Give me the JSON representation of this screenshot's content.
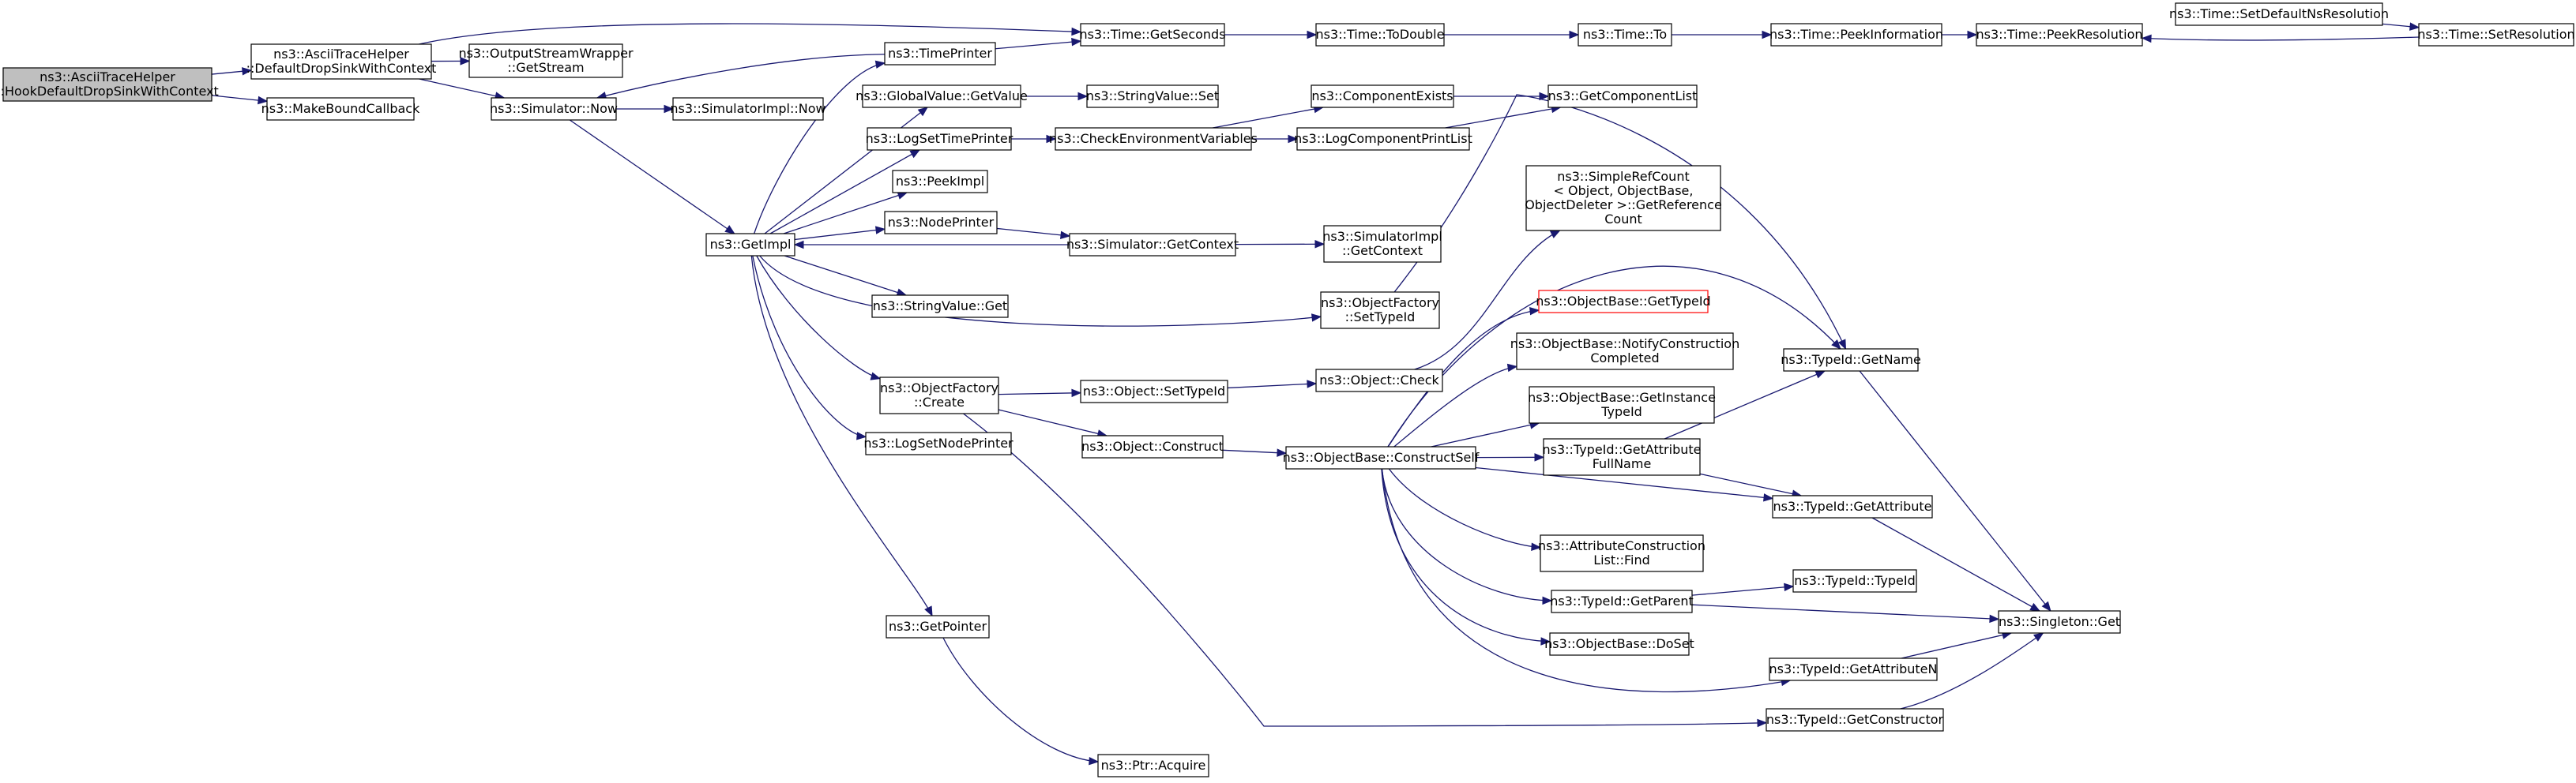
{
  "graph": {
    "nodes": [
      {
        "id": "root",
        "lines": [
          "ns3::AsciiTraceHelper",
          "::HookDefaultDropSinkWithContext"
        ],
        "highlight": "root"
      },
      {
        "id": "defaultDrop",
        "lines": [
          "ns3::AsciiTraceHelper",
          "::DefaultDropSinkWithContext"
        ]
      },
      {
        "id": "makeBound",
        "lines": [
          "ns3::MakeBoundCallback"
        ]
      },
      {
        "id": "getStream",
        "lines": [
          "ns3::OutputStreamWrapper",
          "::GetStream"
        ]
      },
      {
        "id": "simNow",
        "lines": [
          "ns3::Simulator::Now"
        ]
      },
      {
        "id": "implNow",
        "lines": [
          "ns3::SimulatorImpl::Now"
        ]
      },
      {
        "id": "getImpl",
        "lines": [
          "ns3::GetImpl"
        ]
      },
      {
        "id": "timePrinter",
        "lines": [
          "ns3::TimePrinter"
        ]
      },
      {
        "id": "getSeconds",
        "lines": [
          "ns3::Time::GetSeconds"
        ]
      },
      {
        "id": "toDouble",
        "lines": [
          "ns3::Time::ToDouble"
        ]
      },
      {
        "id": "timeTo",
        "lines": [
          "ns3::Time::To"
        ]
      },
      {
        "id": "peekInfo",
        "lines": [
          "ns3::Time::PeekInformation"
        ]
      },
      {
        "id": "peekRes",
        "lines": [
          "ns3::Time::PeekResolution"
        ]
      },
      {
        "id": "setDefRes",
        "lines": [
          "ns3::Time::SetDefaultNsResolution"
        ]
      },
      {
        "id": "setRes",
        "lines": [
          "ns3::Time::SetResolution"
        ]
      },
      {
        "id": "gvGetValue",
        "lines": [
          "ns3::GlobalValue::GetValue"
        ]
      },
      {
        "id": "svSet",
        "lines": [
          "ns3::StringValue::Set"
        ]
      },
      {
        "id": "logSetTime",
        "lines": [
          "ns3::LogSetTimePrinter"
        ]
      },
      {
        "id": "checkEnv",
        "lines": [
          "ns3::CheckEnvironmentVariables"
        ]
      },
      {
        "id": "compExists",
        "lines": [
          "ns3::ComponentExists"
        ]
      },
      {
        "id": "logCompList",
        "lines": [
          "ns3::LogComponentPrintList"
        ]
      },
      {
        "id": "getCompList",
        "lines": [
          "ns3::GetComponentList"
        ]
      },
      {
        "id": "peekImpl",
        "lines": [
          "ns3::PeekImpl"
        ]
      },
      {
        "id": "nodePrinter",
        "lines": [
          "ns3::NodePrinter"
        ]
      },
      {
        "id": "simGetContext",
        "lines": [
          "ns3::Simulator::GetContext"
        ]
      },
      {
        "id": "implGetContext",
        "lines": [
          "ns3::SimulatorImpl",
          "::GetContext"
        ]
      },
      {
        "id": "refCount",
        "lines": [
          "ns3::SimpleRefCount",
          "< Object, ObjectBase,",
          " ObjectDeleter >::GetReference",
          "Count"
        ]
      },
      {
        "id": "svGet",
        "lines": [
          "ns3::StringValue::Get"
        ]
      },
      {
        "id": "ofSetTypeId",
        "lines": [
          "ns3::ObjectFactory",
          "::SetTypeId"
        ]
      },
      {
        "id": "obGetTypeId",
        "lines": [
          "ns3::ObjectBase::GetTypeId"
        ],
        "highlight": "red"
      },
      {
        "id": "obNotify",
        "lines": [
          "ns3::ObjectBase::NotifyConstruction",
          "Completed"
        ]
      },
      {
        "id": "tidGetName",
        "lines": [
          "ns3::TypeId::GetName"
        ]
      },
      {
        "id": "ofCreate",
        "lines": [
          "ns3::ObjectFactory",
          "::Create"
        ]
      },
      {
        "id": "objSetTypeId",
        "lines": [
          "ns3::Object::SetTypeId"
        ]
      },
      {
        "id": "objCheck",
        "lines": [
          "ns3::Object::Check"
        ]
      },
      {
        "id": "obGetInstance",
        "lines": [
          "ns3::ObjectBase::GetInstance",
          "TypeId"
        ]
      },
      {
        "id": "logSetNode",
        "lines": [
          "ns3::LogSetNodePrinter"
        ]
      },
      {
        "id": "objConstruct",
        "lines": [
          "ns3::Object::Construct"
        ]
      },
      {
        "id": "constructSelf",
        "lines": [
          "ns3::ObjectBase::ConstructSelf"
        ]
      },
      {
        "id": "tidGetAttrFull",
        "lines": [
          "ns3::TypeId::GetAttribute",
          "FullName"
        ]
      },
      {
        "id": "tidGetAttr",
        "lines": [
          "ns3::TypeId::GetAttribute"
        ]
      },
      {
        "id": "attrFind",
        "lines": [
          "ns3::AttributeConstruction",
          "List::Find"
        ]
      },
      {
        "id": "tidGetParent",
        "lines": [
          "ns3::TypeId::GetParent"
        ]
      },
      {
        "id": "tidTypeId",
        "lines": [
          "ns3::TypeId::TypeId"
        ]
      },
      {
        "id": "singletonGet",
        "lines": [
          "ns3::Singleton::Get"
        ]
      },
      {
        "id": "getPointer",
        "lines": [
          "ns3::GetPointer"
        ]
      },
      {
        "id": "obDoSet",
        "lines": [
          "ns3::ObjectBase::DoSet"
        ]
      },
      {
        "id": "tidGetAttrN",
        "lines": [
          "ns3::TypeId::GetAttributeN"
        ]
      },
      {
        "id": "tidGetCtor",
        "lines": [
          "ns3::TypeId::GetConstructor"
        ]
      },
      {
        "id": "ptrAcquire",
        "lines": [
          "ns3::Ptr::Acquire"
        ]
      }
    ],
    "edges": [
      [
        "root",
        "defaultDrop"
      ],
      [
        "root",
        "makeBound"
      ],
      [
        "defaultDrop",
        "getSeconds"
      ],
      [
        "defaultDrop",
        "getStream"
      ],
      [
        "defaultDrop",
        "simNow"
      ],
      [
        "simNow",
        "implNow"
      ],
      [
        "simNow",
        "getImpl"
      ],
      [
        "getImpl",
        "timePrinter"
      ],
      [
        "getImpl",
        "gvGetValue"
      ],
      [
        "getImpl",
        "logSetTime"
      ],
      [
        "getImpl",
        "peekImpl"
      ],
      [
        "getImpl",
        "nodePrinter"
      ],
      [
        "getImpl",
        "svGet"
      ],
      [
        "getImpl",
        "ofSetTypeId"
      ],
      [
        "getImpl",
        "ofCreate"
      ],
      [
        "getImpl",
        "logSetNode"
      ],
      [
        "getImpl",
        "getPointer"
      ],
      [
        "timePrinter",
        "getSeconds"
      ],
      [
        "timePrinter",
        "simNow"
      ],
      [
        "getSeconds",
        "toDouble"
      ],
      [
        "toDouble",
        "timeTo"
      ],
      [
        "timeTo",
        "peekInfo"
      ],
      [
        "peekInfo",
        "peekRes"
      ],
      [
        "setDefRes",
        "setRes"
      ],
      [
        "setRes",
        "peekRes"
      ],
      [
        "gvGetValue",
        "svSet"
      ],
      [
        "logSetTime",
        "checkEnv"
      ],
      [
        "checkEnv",
        "compExists"
      ],
      [
        "checkEnv",
        "logCompList"
      ],
      [
        "compExists",
        "getCompList"
      ],
      [
        "logCompList",
        "getCompList"
      ],
      [
        "nodePrinter",
        "simGetContext"
      ],
      [
        "simGetContext",
        "getImpl"
      ],
      [
        "simGetContext",
        "implGetContext"
      ],
      [
        "ofSetTypeId",
        "tidGetName"
      ],
      [
        "ofCreate",
        "objSetTypeId"
      ],
      [
        "ofCreate",
        "objConstruct"
      ],
      [
        "ofCreate",
        "tidGetCtor"
      ],
      [
        "objSetTypeId",
        "objCheck"
      ],
      [
        "objCheck",
        "refCount"
      ],
      [
        "objConstruct",
        "constructSelf"
      ],
      [
        "constructSelf",
        "obGetTypeId"
      ],
      [
        "constructSelf",
        "obNotify"
      ],
      [
        "constructSelf",
        "tidGetName"
      ],
      [
        "constructSelf",
        "obGetInstance"
      ],
      [
        "constructSelf",
        "tidGetAttrFull"
      ],
      [
        "constructSelf",
        "tidGetAttr"
      ],
      [
        "constructSelf",
        "attrFind"
      ],
      [
        "constructSelf",
        "tidGetParent"
      ],
      [
        "constructSelf",
        "obDoSet"
      ],
      [
        "constructSelf",
        "tidGetAttrN"
      ],
      [
        "tidGetAttrFull",
        "tidGetName"
      ],
      [
        "tidGetAttrFull",
        "tidGetAttr"
      ],
      [
        "tidGetName",
        "singletonGet"
      ],
      [
        "tidGetAttr",
        "singletonGet"
      ],
      [
        "tidGetParent",
        "tidTypeId"
      ],
      [
        "tidGetParent",
        "singletonGet"
      ],
      [
        "tidGetAttrN",
        "singletonGet"
      ],
      [
        "tidGetCtor",
        "singletonGet"
      ],
      [
        "getPointer",
        "ptrAcquire"
      ]
    ]
  },
  "colors": {
    "edge": "#191970",
    "root_fill": "#bfbfbf",
    "red_border": "#ff0000"
  }
}
